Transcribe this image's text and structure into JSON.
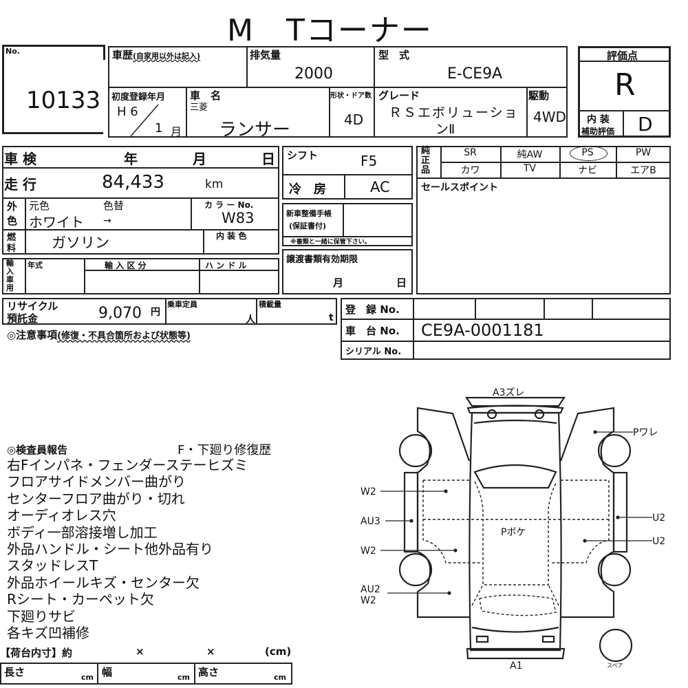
{
  "title": "M　Tコーナー",
  "lot": {
    "label": "No.",
    "value": "10133"
  },
  "history": {
    "label": "車歴",
    "note": "(自家用以外は記入)"
  },
  "displacement": {
    "label": "排気量",
    "value": "2000"
  },
  "model_code": {
    "label": "型　式",
    "value": "E-CE9A"
  },
  "first_reg": {
    "label": "初度登録年月",
    "era": "H 6",
    "month": "1",
    "month_unit": "月"
  },
  "car_name": {
    "label": "車　名",
    "maker": "三菱",
    "value": "ランサー"
  },
  "doors": {
    "label": "形状・ドア数",
    "value": "4D"
  },
  "grade": {
    "label": "グレード",
    "line1": "ＲＳエボリューショ",
    "line2": "ンⅡ"
  },
  "drive": {
    "label": "駆動",
    "value": "4WD"
  },
  "score": {
    "label": "評価点",
    "value": "R",
    "interior_label1": "内 装",
    "interior_label2": "補助評価",
    "interior_value": "D"
  },
  "inspection": {
    "label": "車 検",
    "year": "年",
    "month": "月",
    "day": "日"
  },
  "mileage": {
    "label": "走 行",
    "value": "84,433",
    "unit": "km"
  },
  "exterior": {
    "label1": "外",
    "label2": "色",
    "orig_label": "元色",
    "change_label": "色替",
    "orig_value": "ホワイト",
    "arrow": "→",
    "color_no_label": "カ ラ ー No.",
    "color_no": "W83"
  },
  "fuel": {
    "label1": "燃",
    "label2": "料",
    "value": "ガソリン",
    "interior_color_label": "内 装 色"
  },
  "import": {
    "label": "輸入車用",
    "year_label": "年式",
    "class_label": "輸 入 区 分",
    "handle_label": "ハ ン ド ル"
  },
  "shift": {
    "label": "シフト",
    "value": "F5"
  },
  "ac": {
    "label": "冷　房",
    "value": "AC"
  },
  "service_book": {
    "label1": "新車整備手帳",
    "label2": "(保証書付)",
    "note": "※書類と一緒に保管下さい。"
  },
  "transfer": {
    "label": "譲渡書類有効期限",
    "month": "月",
    "day": "日"
  },
  "equipment": {
    "label": "純正品",
    "row1": [
      "SR",
      "純AW",
      "PS",
      "PW"
    ],
    "row2": [
      "カワ",
      "TV",
      "ナビ",
      "エアB"
    ],
    "circled": "PS"
  },
  "sales_point": {
    "label": "セールスポイント"
  },
  "recycle": {
    "label1": "リサイクル",
    "label2": "預託金",
    "value": "9,070",
    "unit": "円"
  },
  "capacity": {
    "label": "乗車定員",
    "unit": "人"
  },
  "load": {
    "label": "積載量",
    "unit": "t"
  },
  "caution": {
    "label": "◎注意事項",
    "note": "(修復・不具合箇所および状態等)"
  },
  "registration": {
    "reg_label": "登　録 No.",
    "chassis_label": "車　台 No.",
    "chassis_value": "CE9A-0001181",
    "serial_label": "シリアル No."
  },
  "report": {
    "label": "◎検査員報告",
    "headline": "F・下廻り修復歴",
    "lines": [
      "右Fインパネ・フェンダーステーヒズミ",
      "フロアサイドメンバー曲がり",
      "センターフロア曲がり・切れ",
      "オーディオレス穴",
      "ボディ一部溶接増し加工",
      "外品ハンドル・シート他外品有り",
      "スタッドレスT",
      "外品ホイールキズ・センター欠",
      "Rシート・カーペット欠",
      "下廻りサビ",
      "各キズ凹補修"
    ]
  },
  "cargo": {
    "label": "【荷台内寸】約",
    "x1": "×",
    "x2": "×",
    "unit": "(cm)",
    "length": "長さ",
    "width": "幅",
    "height": "高さ",
    "cm": "cm"
  },
  "diagram": {
    "rear": "A3ズレ",
    "front": "A1",
    "center": "Pボケ",
    "right_top": "Pワレ",
    "right1": "U2",
    "right2": "U2",
    "left1": "W2",
    "left2": "AU3",
    "left3": "W2",
    "left4a": "AU2",
    "left4b": "W2",
    "spare": "スペア"
  }
}
